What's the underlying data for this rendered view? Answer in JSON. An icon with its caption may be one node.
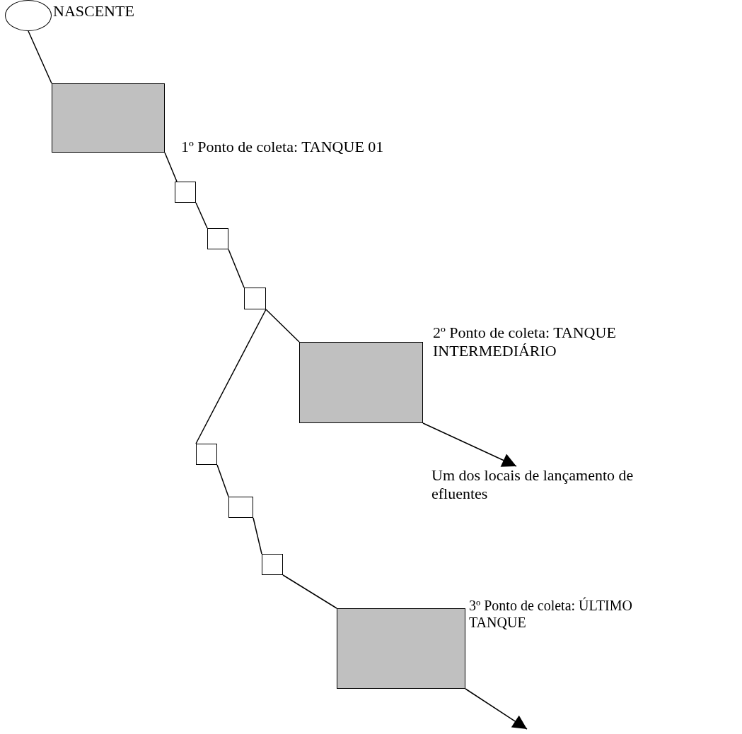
{
  "diagram": {
    "nodes": [
      {
        "text": [],
        "shape": "circle",
        "beside": [
          "NASCENTE"
        ]
      },
      {
        "text": [],
        "shape": "box",
        "beside": [
          "1º Ponto de coleta: TANQUE 01"
        ]
      },
      {
        "text": [],
        "shape": "box"
      },
      {
        "text": [],
        "shape": "box"
      },
      {
        "text": [],
        "shape": "box"
      },
      {
        "text": [],
        "shape": "box",
        "beside": [
          "2º Ponto de coleta: TANQUE INTERMEDIÁRIO"
        ]
      },
      {
        "text": [
          "Um dos locais de lançamento de efluentes"
        ]
      },
      {
        "text": [],
        "shape": "box"
      },
      {
        "text": [],
        "shape": "box"
      },
      {
        "text": [],
        "shape": "box"
      },
      {
        "text": [],
        "shape": "box",
        "beside": [
          "3º Ponto de coleta: ÚLTIMO TANQUE"
        ]
      }
    ],
    "edges": [
      {
        "from": 0,
        "to": 1,
        "arrow": "none"
      },
      {
        "from": 1,
        "to": 2,
        "arrow": "none"
      },
      {
        "from": 2,
        "to": 3,
        "arrow": "none"
      },
      {
        "from": 3,
        "to": 4,
        "arrow": "none"
      },
      {
        "from": 4,
        "to": 5,
        "arrow": "none"
      },
      {
        "from": 5,
        "to": 6,
        "arrow": "to"
      },
      {
        "from": 4,
        "to": 7,
        "arrow": "none"
      },
      {
        "from": 7,
        "to": 8,
        "arrow": "none"
      },
      {
        "from": 8,
        "to": 9,
        "arrow": "none"
      },
      {
        "from": 9,
        "to": 10,
        "arrow": "none"
      },
      {
        "from": 10,
        "to": null,
        "arrow": "to"
      }
    ]
  }
}
